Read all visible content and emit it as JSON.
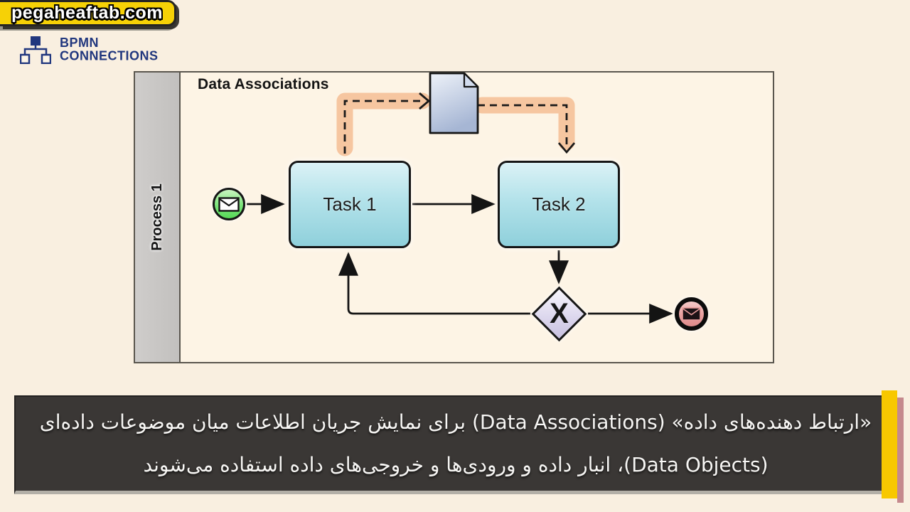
{
  "banner": {
    "text": "pegaheaftab.com"
  },
  "logo": {
    "line1": "BPMN",
    "line2": "CONNECTIONS"
  },
  "diagram": {
    "pool_label": "Process 1",
    "title": "Data Associations",
    "tasks": [
      {
        "label": "Task 1"
      },
      {
        "label": "Task 2"
      }
    ],
    "gateway_label": "X",
    "elements": {
      "start_event": "message start event (green, envelope)",
      "end_event": "message end event (pink, thick ring, envelope)",
      "data_object": "data object (document with folded corner)",
      "data_associations": "two dashed arrows highlighted in peach: Task 1 → Data Object → Task 2"
    }
  },
  "caption": {
    "line1": "«ارتباط دهنده‌های داده» (Data Associations) برای نمایش جریان اطلاعات میان موضوعات داده‌ای",
    "line2": "(Data Objects)، انبار داده و ورودی‌ها و خروجی‌های داده استفاده می‌شوند"
  },
  "colors": {
    "page_bg": "#F9EFE0",
    "pool_bg": "#FDF4E5",
    "lane_gray": "#C5C3C1",
    "task_fill": "#A9DEE7",
    "highlight_peach": "#F6C6A0",
    "start_green": "#57D957",
    "end_pink": "#DD8A8A",
    "gateway_lavender": "#C7C0E0",
    "banner_yellow": "#F6D106",
    "accent_yellow": "#F8C800",
    "logo_navy": "#21377E",
    "caption_bg": "#3A3735"
  }
}
